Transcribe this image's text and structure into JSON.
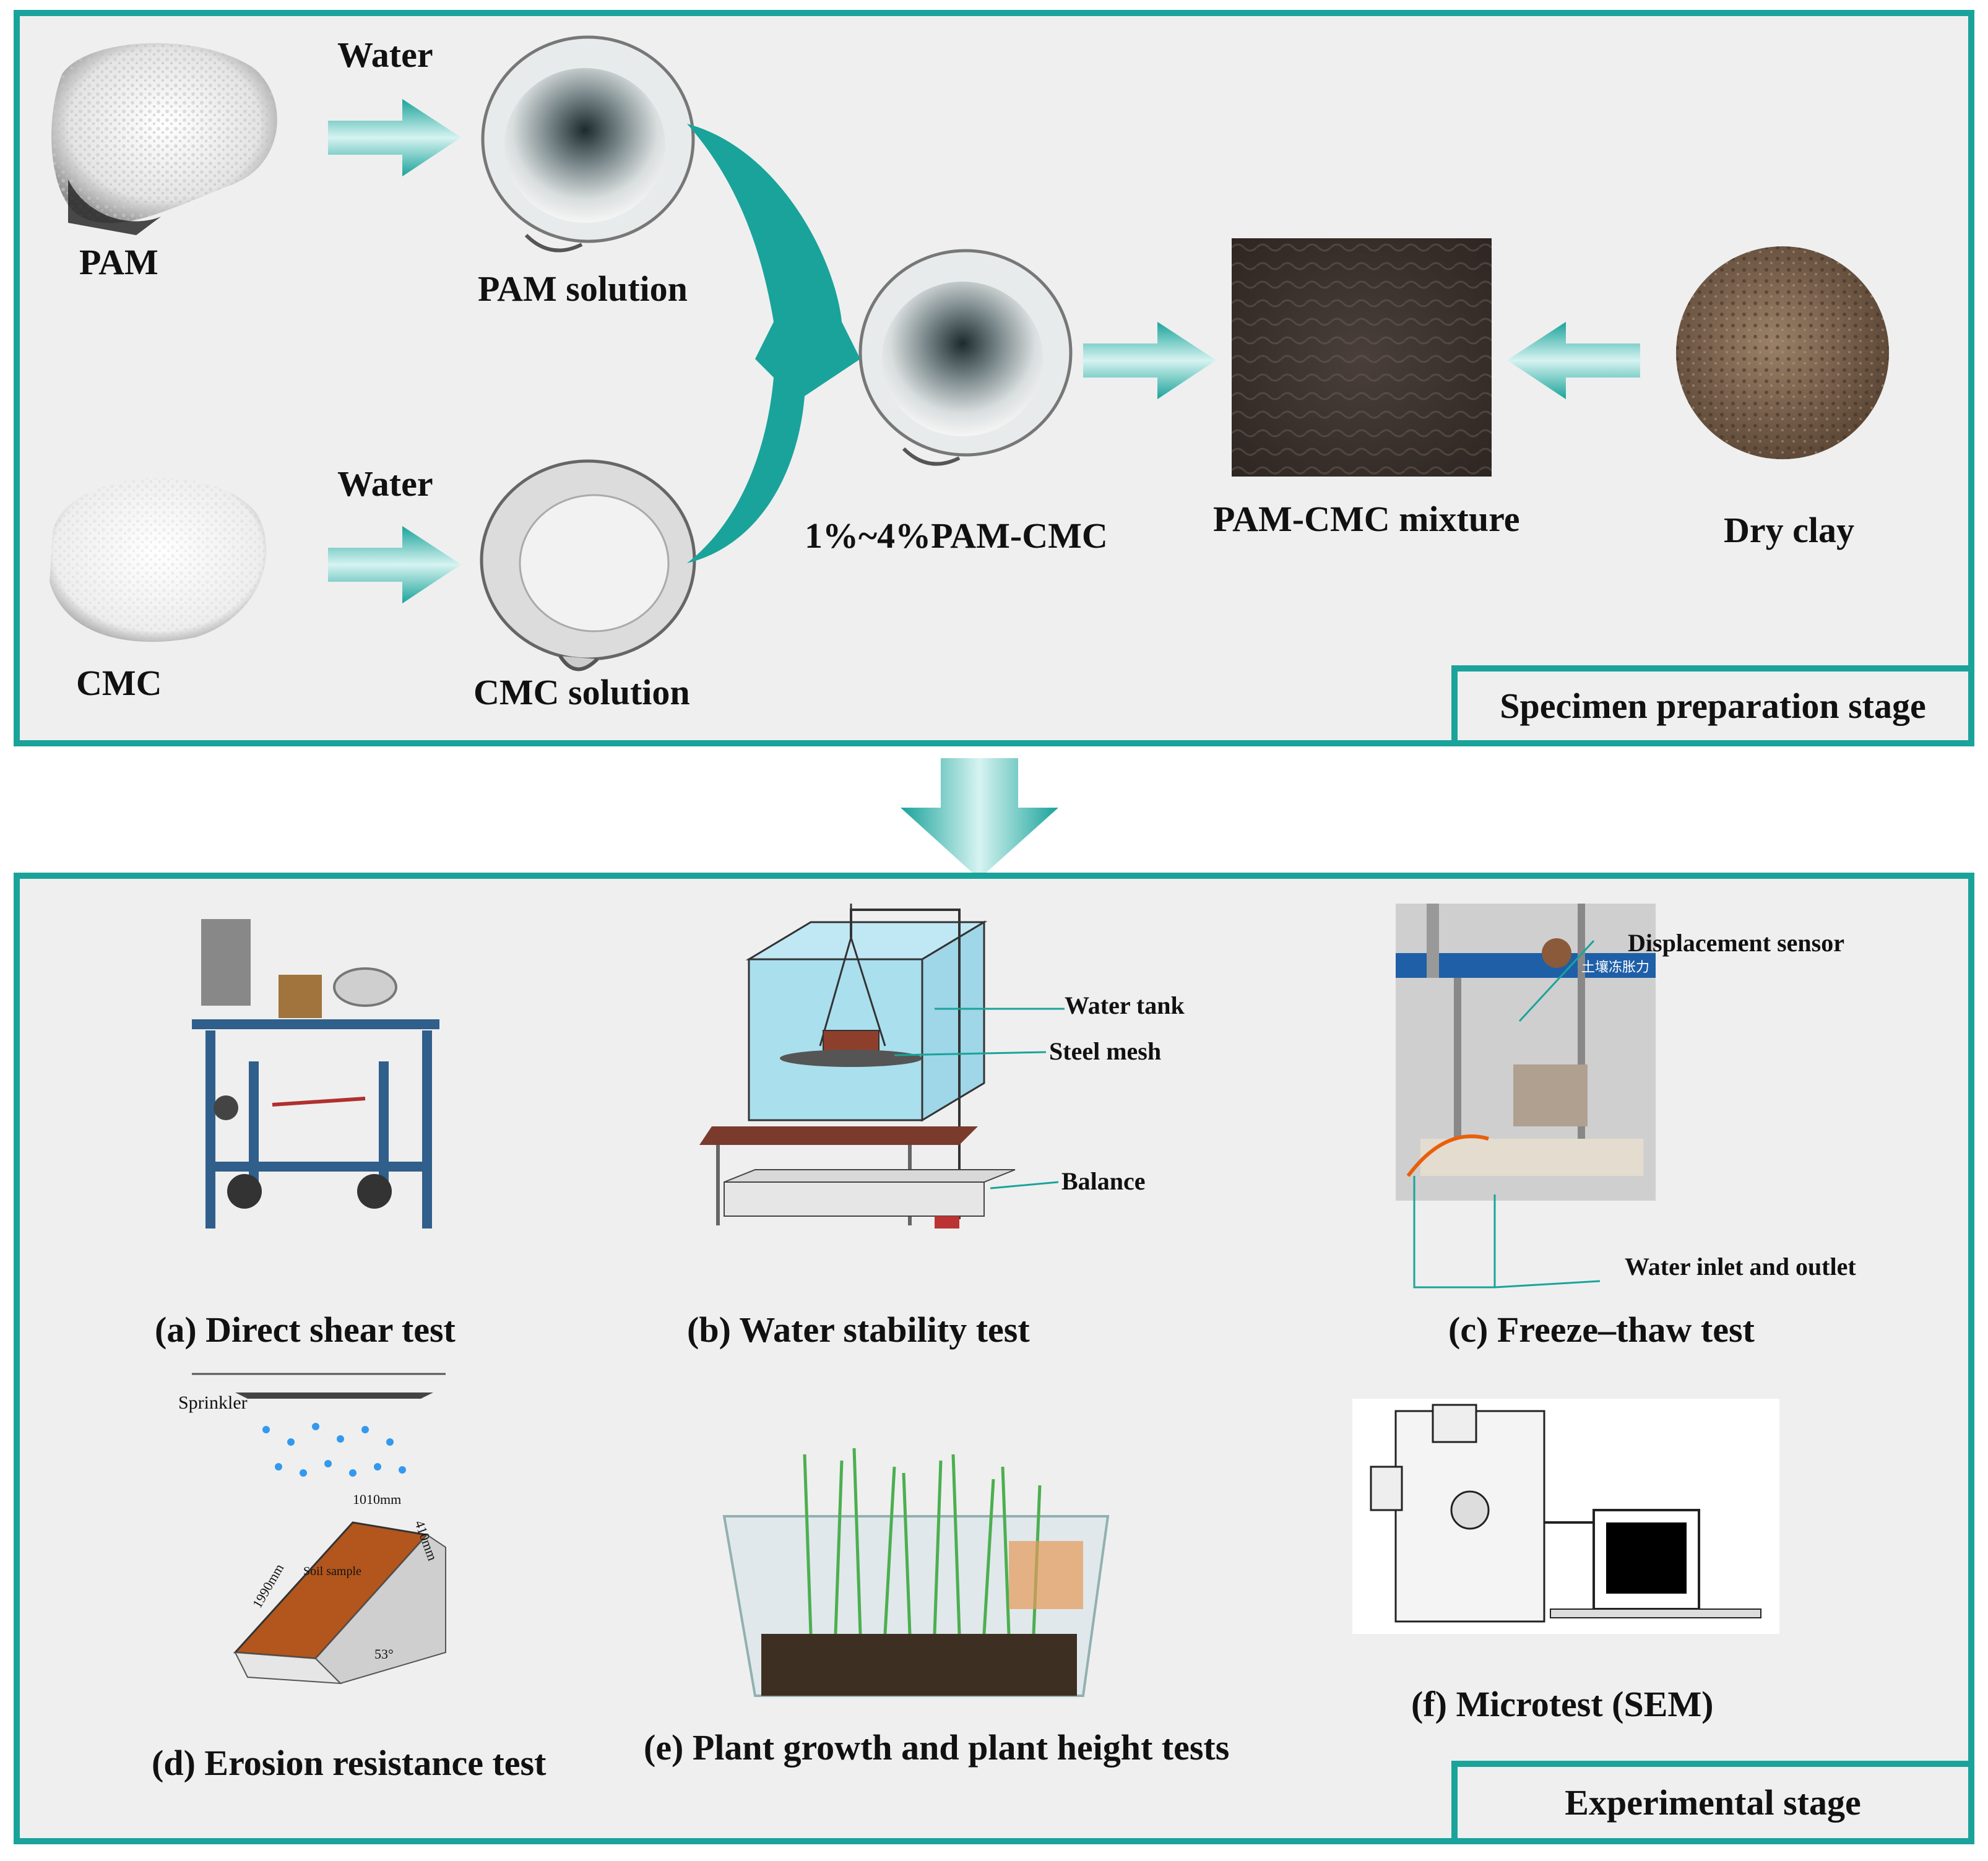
{
  "colors": {
    "accent": "#1aa39a",
    "arrow_light": "#d6f3f1",
    "panel_bg": "#efefef"
  },
  "prep": {
    "water_top": "Water",
    "water_bottom": "Water",
    "pam": "PAM",
    "cmc": "CMC",
    "pam_solution": "PAM solution",
    "cmc_solution": "CMC solution",
    "pam_cmc": "1%~4%PAM-CMC",
    "mixture": "PAM-CMC mixture",
    "dry_clay": "Dry clay",
    "stage": "Specimen preparation stage"
  },
  "exp": {
    "a": "(a) Direct shear test",
    "b": "(b) Water stability test",
    "c": "(c) Freeze–thaw test",
    "d": "(d) Erosion resistance test",
    "e": "(e) Plant growth and plant height tests",
    "f": "(f) Microtest (SEM)",
    "stage": "Experimental stage",
    "b_water_tank": "Water tank",
    "b_steel_mesh": "Steel mesh",
    "b_balance": "Balance",
    "c_displacement": "Displacement sensor",
    "c_inlet": "Water inlet and outlet",
    "c_chinese_label": "土壤冻胀力",
    "d_sprinkler": "Sprinkler",
    "d_soil_sample": "Soil sample",
    "d_len_top": "1010mm",
    "d_len_side": "1990mm",
    "d_width": "410mm",
    "d_angle": "53°"
  }
}
